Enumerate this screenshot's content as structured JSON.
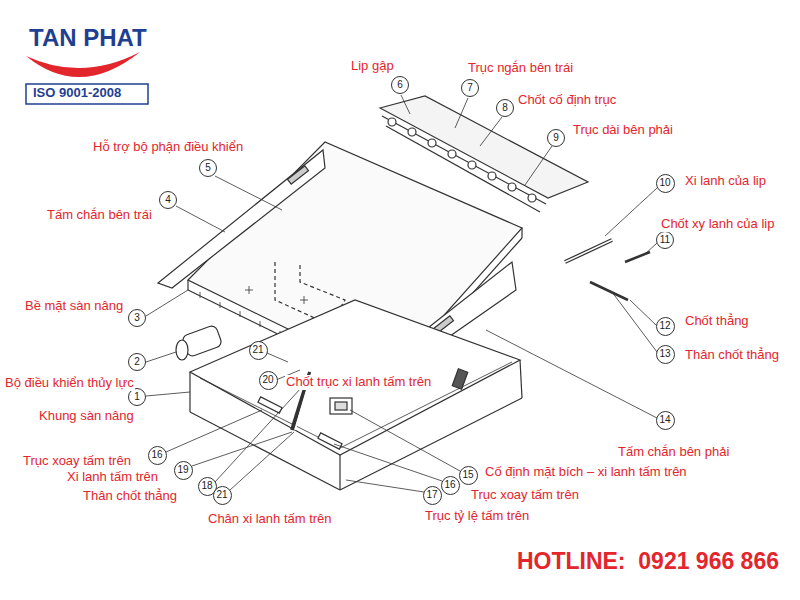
{
  "diagram": {
    "nodes": [
      {
        "text": [
          "6"
        ]
      },
      {
        "text": [
          "7"
        ]
      },
      {
        "text": [
          "8"
        ]
      },
      {
        "text": [
          "9"
        ]
      },
      {
        "text": [
          "5"
        ]
      },
      {
        "text": [
          "10"
        ]
      },
      {
        "text": [
          "4"
        ]
      },
      {
        "text": [
          "11"
        ]
      },
      {
        "text": [
          "3"
        ]
      },
      {
        "text": [
          "12"
        ]
      },
      {
        "text": [
          "21"
        ]
      },
      {
        "text": [
          "13"
        ]
      },
      {
        "text": [
          "2"
        ]
      },
      {
        "text": [
          "20"
        ]
      },
      {
        "text": [
          "1"
        ]
      },
      {
        "text": [
          "14"
        ]
      },
      {
        "text": [
          "16"
        ]
      },
      {
        "text": [
          "19"
        ]
      },
      {
        "text": [
          "15"
        ]
      },
      {
        "text": [
          "16"
        ]
      },
      {
        "text": [
          "18"
        ]
      },
      {
        "text": [
          "21"
        ]
      },
      {
        "text": [
          "17"
        ]
      }
    ],
    "labels": [
      "TAN PHAT",
      "ISO 9001-2008",
      "Lip gập",
      "Trục ngắn bên trái",
      "Chốt cố định trục",
      "Trục dài bên phải",
      "Hỗ trợ bộ phận điều khiển",
      "Tấm chắn bên trái",
      "Xi lanh của lip",
      "Chốt xy lanh của lip",
      "Bề mặt sàn nâng",
      "Chốt thẳng",
      "Thân chốt thẳng",
      "Bộ điều khiển thủy lực",
      "Chốt trục xi lanh tấm trên",
      "Khung sàn nâng",
      "Tấm chắn bên phải",
      "Trục xoay tấm trên",
      "Cố định mặt bích – xi lanh tấm trên",
      "Xi lanh tấm trên",
      "Trục xoay tấm trên",
      "Thân chốt thẳng",
      "Trục tỷ lệ tấm trên",
      "Chân xi lanh tấm trên",
      "HOTLINE:  0921 966 866"
    ]
  }
}
